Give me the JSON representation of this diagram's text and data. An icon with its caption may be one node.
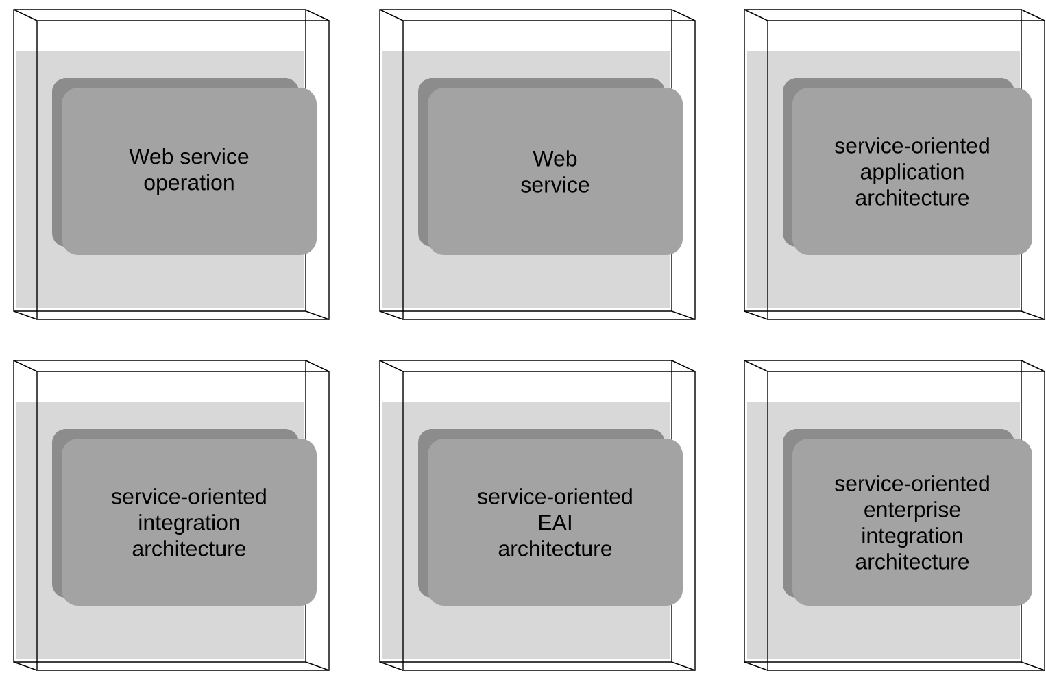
{
  "diagram": {
    "nodes": [
      {
        "text": [],
        "shape": "box"
      },
      {
        "text": [
          "Web service operation"
        ],
        "in": 0
      },
      {
        "text": [],
        "shape": "box"
      },
      {
        "text": [
          "Web service"
        ],
        "in": 2
      },
      {
        "text": [],
        "shape": "box"
      },
      {
        "text": [
          "service-oriented application architecture"
        ],
        "in": 4
      },
      {
        "text": [],
        "shape": "box"
      },
      {
        "text": [
          "service-oriented integration architecture"
        ],
        "in": 6
      },
      {
        "text": [],
        "shape": "box"
      },
      {
        "text": [
          "service-oriented EAI architecture"
        ],
        "in": 8
      },
      {
        "text": [],
        "shape": "box"
      },
      {
        "text": [
          "service-oriented enterprise integration architecture"
        ],
        "in": 10
      }
    ]
  }
}
